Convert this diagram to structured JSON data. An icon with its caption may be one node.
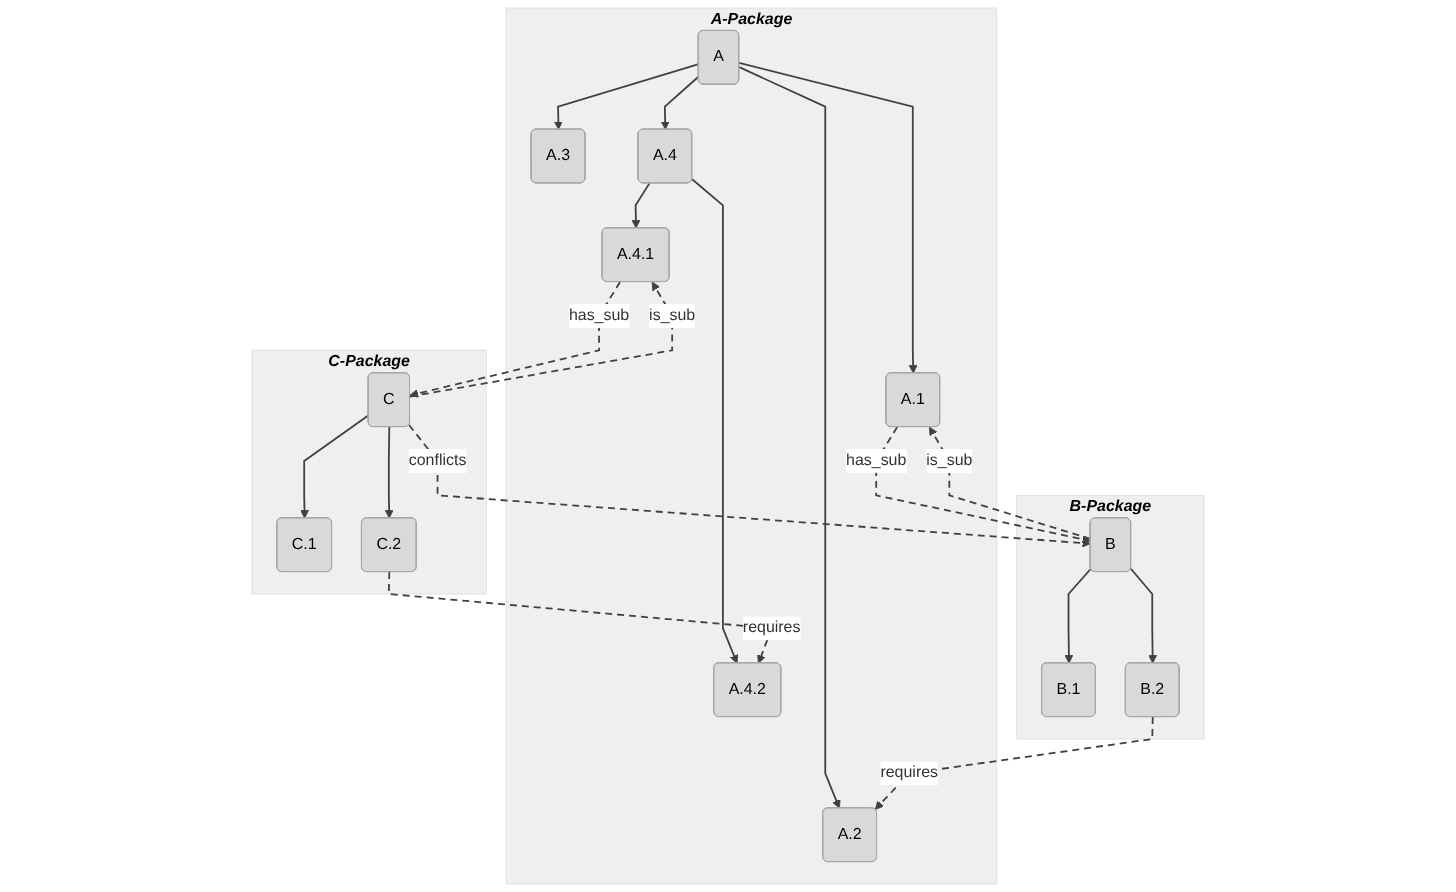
{
  "diagram": {
    "nodes": [
      {
        "text": [
          "A-Package"
        ]
      },
      {
        "text": [
          "A"
        ],
        "in": 0
      },
      {
        "text": [
          "A.1"
        ],
        "in": 0
      },
      {
        "text": [
          "A.2"
        ],
        "in": 0
      },
      {
        "text": [
          "A.3"
        ],
        "in": 0
      },
      {
        "text": [
          "A.4"
        ],
        "in": 0
      },
      {
        "text": [
          "A.4.1"
        ],
        "in": 0
      },
      {
        "text": [
          "A.4.2"
        ],
        "in": 0
      },
      {
        "text": [
          "B-Package"
        ]
      },
      {
        "text": [
          "B"
        ],
        "in": 8
      },
      {
        "text": [
          "B.1"
        ],
        "in": 8
      },
      {
        "text": [
          "B.2"
        ],
        "in": 8
      },
      {
        "text": [
          "C-Package"
        ]
      },
      {
        "text": [
          "C"
        ],
        "in": 12
      },
      {
        "text": [
          "C.1"
        ],
        "in": 12
      },
      {
        "text": [
          "C.2"
        ],
        "in": 12
      }
    ],
    "edges": [
      {
        "from": 1,
        "to": 2,
        "arrow": "to"
      },
      {
        "from": 1,
        "to": 3,
        "arrow": "to"
      },
      {
        "from": 1,
        "to": 4,
        "arrow": "to"
      },
      {
        "from": 1,
        "to": 5,
        "arrow": "to"
      },
      {
        "from": 5,
        "to": 6,
        "arrow": "to"
      },
      {
        "from": 5,
        "to": 7,
        "arrow": "to"
      },
      {
        "from": 2,
        "to": 9,
        "arrow": "to",
        "label": "has_sub",
        "style": "dashed"
      },
      {
        "from": 9,
        "to": 2,
        "arrow": "to",
        "label": "is_sub",
        "style": "dashed"
      },
      {
        "from": 11,
        "to": 3,
        "arrow": "to",
        "label": "requires",
        "style": "dashed"
      },
      {
        "from": 6,
        "to": 13,
        "arrow": "to",
        "label": "has_sub",
        "style": "dashed"
      },
      {
        "from": 13,
        "to": 6,
        "arrow": "to",
        "label": "is_sub",
        "style": "dashed"
      },
      {
        "from": 15,
        "to": 7,
        "arrow": "to",
        "label": "requires",
        "style": "dashed"
      },
      {
        "from": 13,
        "to": 9,
        "arrow": "to",
        "label": "conflicts",
        "style": "dashed"
      },
      {
        "from": 9,
        "to": 10,
        "arrow": "to"
      },
      {
        "from": 9,
        "to": 11,
        "arrow": "to"
      },
      {
        "from": 13,
        "to": 14,
        "arrow": "to"
      },
      {
        "from": 13,
        "to": 15,
        "arrow": "to"
      }
    ]
  }
}
